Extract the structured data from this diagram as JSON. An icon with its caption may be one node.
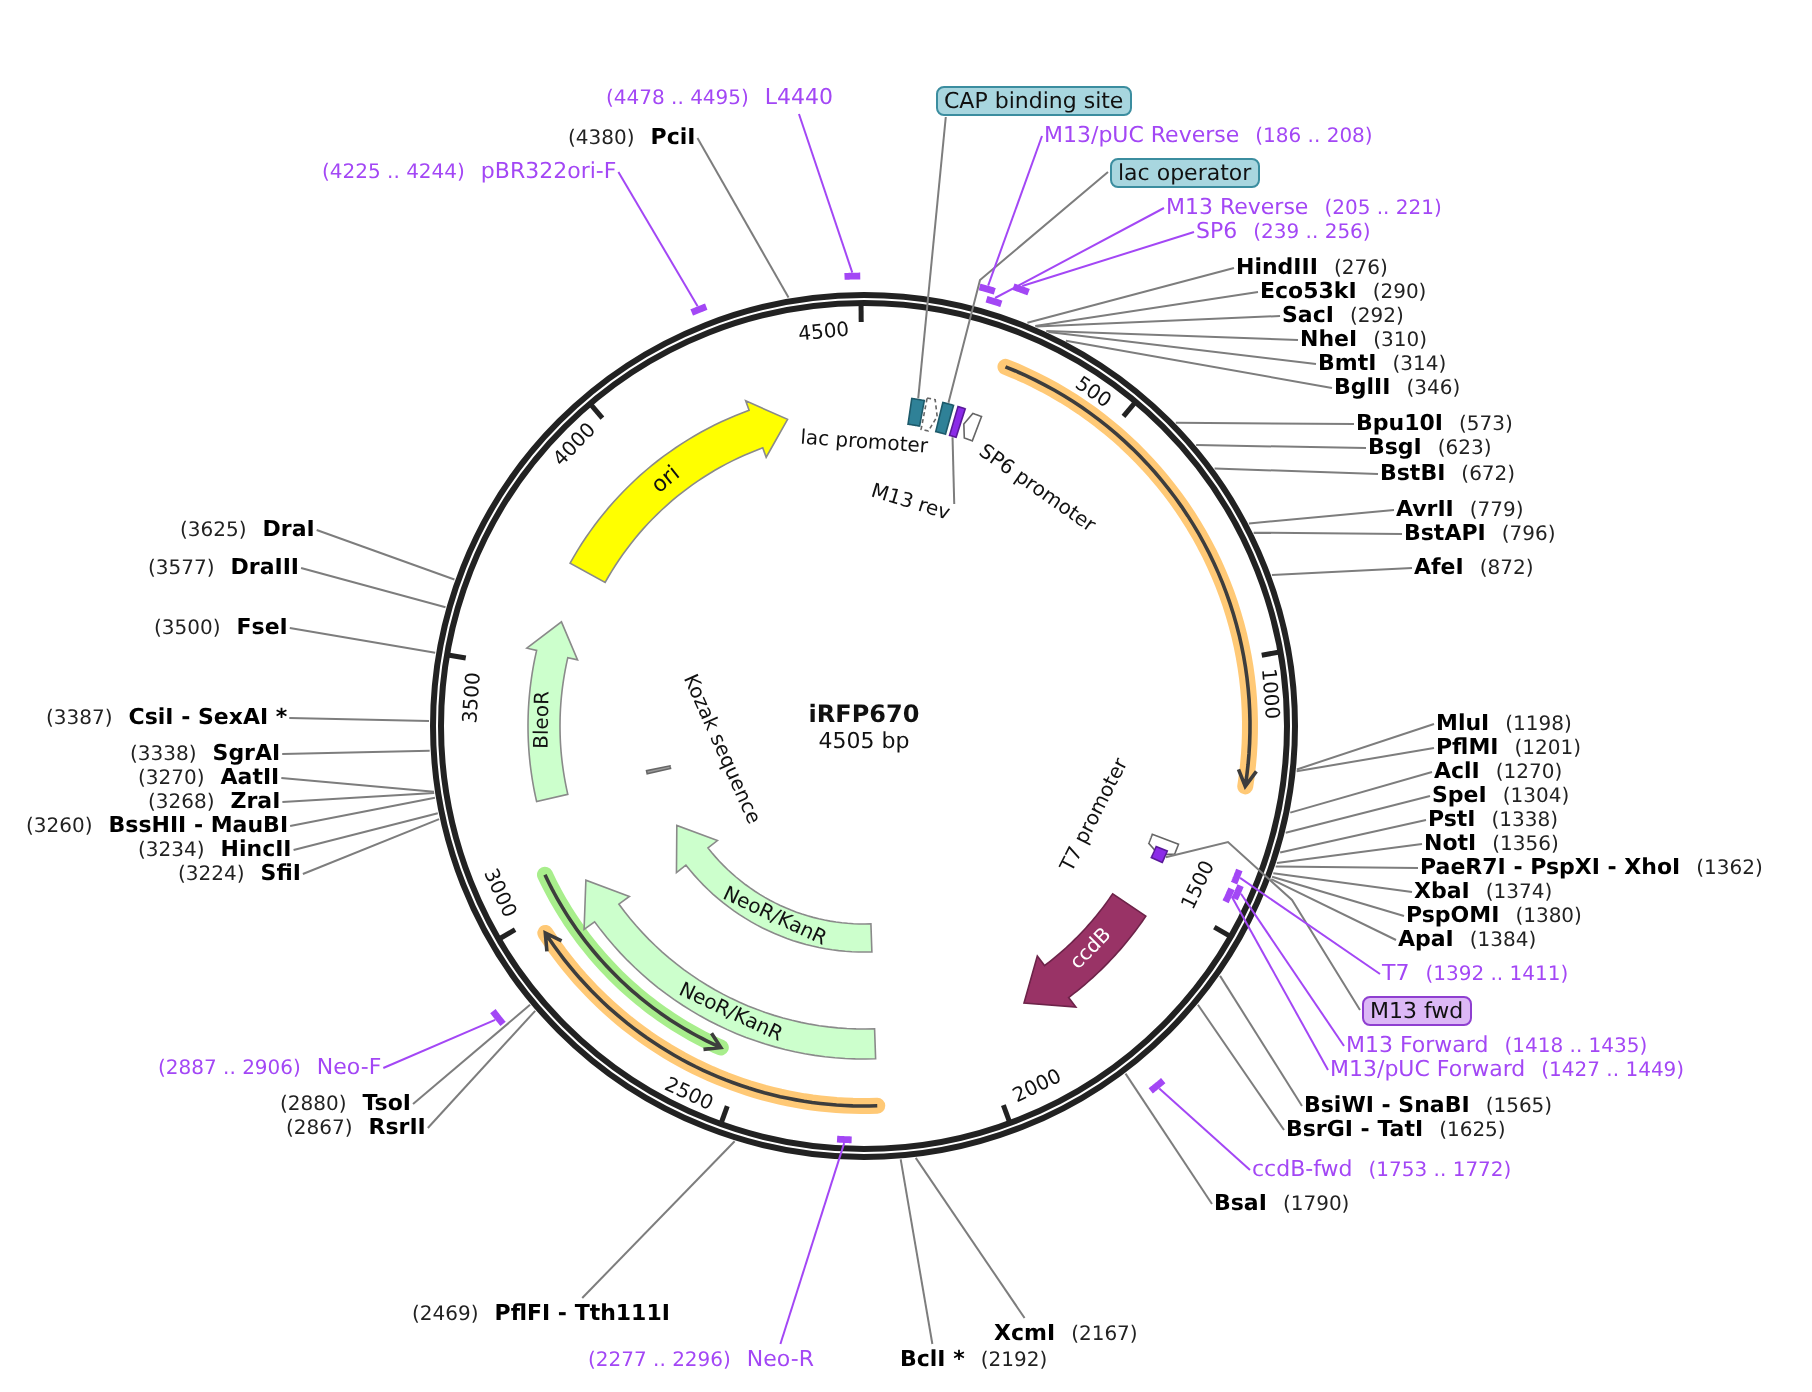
{
  "diagram": {
    "title": "iRFP670",
    "nodes": [
      {
        "text": [],
        "shape": "box"
      },
      {
        "text": [],
        "shape": "arrow",
        "beside": [
          "lac promoter"
        ]
      },
      {
        "text": [],
        "shape": "box"
      },
      {
        "text": [],
        "shape": "bar"
      },
      {
        "text": [],
        "shape": "arrow",
        "beside": [
          "SP6 promoter"
        ]
      },
      {
        "text": [],
        "shape": "arrow",
        "beside": [
          "T7 promoter"
        ]
      },
      {
        "text": [],
        "shape": "bar"
      },
      {
        "text": [
          "ccdB"
        ]
      },
      {
        "text": [
          "NeoR/KanR"
        ]
      },
      {
        "text": [
          "NeoR/KanR"
        ]
      },
      {
        "text": [
          "BleoR"
        ]
      },
      {
        "text": [],
        "shape": "bar",
        "beside": [
          "Kozak sequence"
        ]
      },
      {
        "text": [
          "ori"
        ]
      },
      {
        "text": [],
        "shape": "bar"
      },
      {
        "text": [],
        "shape": "bar"
      },
      {
        "text": [],
        "shape": "bar"
      },
      {
        "text": [],
        "shape": "bar"
      },
      {
        "text": [],
        "shape": "bar"
      },
      {
        "text": [],
        "shape": "bar"
      },
      {
        "text": [],
        "shape": "bar"
      },
      {
        "text": [],
        "shape": "bar"
      },
      {
        "text": [],
        "shape": "bar"
      },
      {
        "text": [],
        "shape": "bar"
      },
      {
        "text": [],
        "shape": "bar"
      },
      {
        "text": [
          "M13 rev"
        ]
      },
      {
        "text": [
          "CAP binding site"
        ]
      },
      {
        "text": [
          "lac operator"
        ]
      },
      {
        "text": [
          "M13 fwd"
        ]
      },
      {
        "text": [
          "(4225 .. 4244)",
          "pBR322ori-F"
        ]
      },
      {
        "text": [
          "(4478 .. 4495)",
          "L4440"
        ]
      },
      {
        "text": [
          "M13/pUC Reverse",
          "(186 .. 208)"
        ]
      },
      {
        "text": [
          "M13 Reverse",
          "(205 .. 221)"
        ]
      },
      {
        "text": [
          "SP6",
          "(239 .. 256)"
        ]
      },
      {
        "text": [
          "T7",
          "(1392 .. 1411)"
        ]
      },
      {
        "text": [
          "M13 Forward",
          "(1418 .. 1435)"
        ]
      },
      {
        "text": [
          "M13/pUC Forward",
          "(1427 .. 1449)"
        ]
      },
      {
        "text": [
          "ccdB-fwd",
          "(1753 .. 1772)"
        ]
      },
      {
        "text": [
          "(2277 .. 2296)",
          "Neo-R"
        ]
      },
      {
        "text": [
          "(2887 .. 2906)",
          "Neo-F"
        ]
      },
      {
        "text": [
          "(4380)",
          "PciI"
        ]
      },
      {
        "text": [
          "HindIII",
          "(276)"
        ]
      },
      {
        "text": [
          "Eco53kI",
          "(290)"
        ]
      },
      {
        "text": [
          "SacI",
          "(292)"
        ]
      },
      {
        "text": [
          "NheI",
          "(310)"
        ]
      },
      {
        "text": [
          "BmtI",
          "(314)"
        ]
      },
      {
        "text": [
          "BglII",
          "(346)"
        ]
      },
      {
        "text": [
          "Bpu10I",
          "(573)"
        ]
      },
      {
        "text": [
          "BsgI",
          "(623)"
        ]
      },
      {
        "text": [
          "BstBI",
          "(672)"
        ]
      },
      {
        "text": [
          "AvrII",
          "(779)"
        ]
      },
      {
        "text": [
          "BstAPI",
          "(796)"
        ]
      },
      {
        "text": [
          "AfeI",
          "(872)"
        ]
      },
      {
        "text": [
          "MluI",
          "(1198)"
        ]
      },
      {
        "text": [
          "PflMI",
          "(1201)"
        ]
      },
      {
        "text": [
          "AclI",
          "(1270)"
        ]
      },
      {
        "text": [
          "SpeI",
          "(1304)"
        ]
      },
      {
        "text": [
          "PstI",
          "(1338)"
        ]
      },
      {
        "text": [
          "NotI",
          "(1356)"
        ]
      },
      {
        "text": [
          "PaeR7I - PspXI - XhoI",
          "(1362)"
        ]
      },
      {
        "text": [
          "XbaI",
          "(1374)"
        ]
      },
      {
        "text": [
          "PspOMI",
          "(1380)"
        ]
      },
      {
        "text": [
          "ApaI",
          "(1384)"
        ]
      },
      {
        "text": [
          "BsiWI - SnaBI",
          "(1565)"
        ]
      },
      {
        "text": [
          "BsrGI - TatI",
          "(1625)"
        ]
      },
      {
        "text": [
          "BsaI",
          "(1790)"
        ]
      },
      {
        "text": [
          "XcmI",
          "(2167)"
        ]
      },
      {
        "text": [
          "BclI *",
          "(2192)"
        ]
      },
      {
        "text": [
          "(2469)",
          "PflFI - Tth111I"
        ]
      },
      {
        "text": [
          "(2880)",
          "TsoI"
        ]
      },
      {
        "text": [
          "(2867)",
          "RsrII"
        ]
      },
      {
        "text": [
          "(3224)",
          "SfiI"
        ]
      },
      {
        "text": [
          "(3234)",
          "HincII"
        ]
      },
      {
        "text": [
          "(3260)",
          "BssHII - MauBI"
        ]
      },
      {
        "text": [
          "(3268)",
          "ZraI"
        ]
      },
      {
        "text": [
          "(3270)",
          "AatII"
        ]
      },
      {
        "text": [
          "(3338)",
          "SgrAI"
        ]
      },
      {
        "text": [
          "(3387)",
          "CsiI - SexAI *"
        ]
      },
      {
        "text": [
          "(3500)",
          "FseI"
        ]
      },
      {
        "text": [
          "(3577)",
          "DraIII"
        ]
      },
      {
        "text": [
          "(3625)",
          "DraI"
        ]
      }
    ],
    "edges": [
      {
        "from": 25,
        "to": 0,
        "arrow": "none"
      },
      {
        "from": 26,
        "to": 2,
        "arrow": "none"
      },
      {
        "from": 24,
        "to": 3,
        "arrow": "none"
      },
      {
        "from": 27,
        "to": 6,
        "arrow": "none"
      },
      {
        "from": 28,
        "to": 22,
        "arrow": "none",
        "color": "#a347f5"
      },
      {
        "from": 29,
        "to": 23,
        "arrow": "none",
        "color": "#a347f5"
      },
      {
        "from": 30,
        "to": 13,
        "arrow": "none",
        "color": "#a347f5"
      },
      {
        "from": 31,
        "to": 14,
        "arrow": "none",
        "color": "#a347f5"
      },
      {
        "from": 32,
        "to": 15,
        "arrow": "none",
        "color": "#a347f5"
      },
      {
        "from": 33,
        "to": 16,
        "arrow": "none",
        "color": "#a347f5"
      },
      {
        "from": 34,
        "to": 17,
        "arrow": "none",
        "color": "#a347f5"
      },
      {
        "from": 35,
        "to": 18,
        "arrow": "none",
        "color": "#a347f5"
      },
      {
        "from": 36,
        "to": 19,
        "arrow": "none",
        "color": "#a347f5"
      },
      {
        "from": 37,
        "to": 20,
        "arrow": "none",
        "color": "#a347f5"
      },
      {
        "from": 38,
        "to": 21,
        "arrow": "none",
        "color": "#a347f5"
      },
      {
        "from": 39,
        "to": null,
        "arrow": "none"
      },
      {
        "from": 40,
        "to": null,
        "arrow": "none"
      },
      {
        "from": 41,
        "to": null,
        "arrow": "none"
      },
      {
        "from": 42,
        "to": null,
        "arrow": "none"
      },
      {
        "from": 43,
        "to": null,
        "arrow": "none"
      },
      {
        "from": 44,
        "to": null,
        "arrow": "none"
      },
      {
        "from": 45,
        "to": null,
        "arrow": "none"
      },
      {
        "from": 46,
        "to": null,
        "arrow": "none"
      },
      {
        "from": 47,
        "to": null,
        "arrow": "none"
      },
      {
        "from": 48,
        "to": null,
        "arrow": "none"
      },
      {
        "from": 49,
        "to": null,
        "arrow": "none"
      },
      {
        "from": 50,
        "to": null,
        "arrow": "none"
      },
      {
        "from": 51,
        "to": null,
        "arrow": "none"
      },
      {
        "from": 52,
        "to": null,
        "arrow": "none"
      },
      {
        "from": 53,
        "to": null,
        "arrow": "none"
      },
      {
        "from": 54,
        "to": null,
        "arrow": "none"
      },
      {
        "from": 55,
        "to": null,
        "arrow": "none"
      },
      {
        "from": 56,
        "to": null,
        "arrow": "none"
      },
      {
        "from": 57,
        "to": null,
        "arrow": "none"
      },
      {
        "from": 58,
        "to": null,
        "arrow": "none"
      },
      {
        "from": 59,
        "to": null,
        "arrow": "none"
      },
      {
        "from": 60,
        "to": null,
        "arrow": "none"
      },
      {
        "from": 61,
        "to": null,
        "arrow": "none"
      },
      {
        "from": 62,
        "to": null,
        "arrow": "none"
      },
      {
        "from": 63,
        "to": null,
        "arrow": "none"
      },
      {
        "from": 64,
        "to": null,
        "arrow": "none"
      },
      {
        "from": 65,
        "to": null,
        "arrow": "none"
      },
      {
        "from": 66,
        "to": null,
        "arrow": "none"
      },
      {
        "from": 67,
        "to": null,
        "arrow": "none"
      },
      {
        "from": 68,
        "to": null,
        "arrow": "none"
      },
      {
        "from": 69,
        "to": null,
        "arrow": "none"
      },
      {
        "from": 70,
        "to": null,
        "arrow": "none"
      },
      {
        "from": 71,
        "to": null,
        "arrow": "none"
      },
      {
        "from": 72,
        "to": null,
        "arrow": "none"
      },
      {
        "from": 73,
        "to": null,
        "arrow": "none"
      },
      {
        "from": 74,
        "to": null,
        "arrow": "none"
      },
      {
        "from": 75,
        "to": null,
        "arrow": "none"
      },
      {
        "from": 76,
        "to": null,
        "arrow": "none"
      },
      {
        "from": 77,
        "to": null,
        "arrow": "none"
      },
      {
        "from": 78,
        "to": null,
        "arrow": "none"
      },
      {
        "from": 79,
        "to": null,
        "arrow": "none"
      }
    ],
    "labels": [
      "4505 bp",
      "4500",
      "500",
      "1000",
      "1500",
      "2000",
      "2500",
      "3000",
      "3500",
      "4000"
    ]
  }
}
